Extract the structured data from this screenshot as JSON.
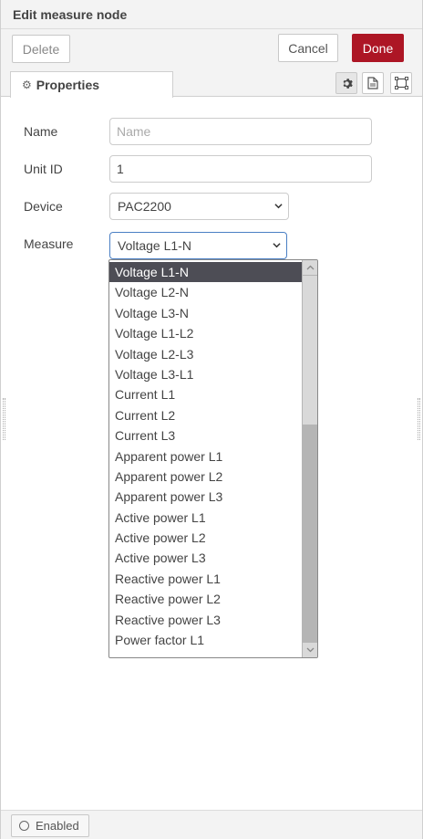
{
  "header": {
    "title": "Edit measure node"
  },
  "toolbar": {
    "delete_label": "Delete",
    "cancel_label": "Cancel",
    "done_label": "Done"
  },
  "tabs": {
    "properties_label": "Properties"
  },
  "form": {
    "name": {
      "label": "Name",
      "value": "",
      "placeholder": "Name"
    },
    "unit_id": {
      "label": "Unit ID",
      "value": "1"
    },
    "device": {
      "label": "Device",
      "value": "PAC2200"
    },
    "measure": {
      "label": "Measure",
      "value": "Voltage L1-N"
    }
  },
  "dropdown": {
    "options": [
      "Voltage L1-N",
      "Voltage L2-N",
      "Voltage L3-N",
      "Voltage L1-L2",
      "Voltage L2-L3",
      "Voltage L3-L1",
      "Current L1",
      "Current L2",
      "Current L3",
      "Apparent power L1",
      "Apparent power L2",
      "Apparent power L3",
      "Active power L1",
      "Active power L2",
      "Active power L3",
      "Reactive power L1",
      "Reactive power L2",
      "Reactive power L3",
      "Power factor L1"
    ],
    "selected_index": 0
  },
  "footer": {
    "enabled_label": "Enabled"
  },
  "colors": {
    "done": "#ad1625",
    "selected_option": "#4d4d55",
    "focus_border": "#4a7fc4"
  }
}
